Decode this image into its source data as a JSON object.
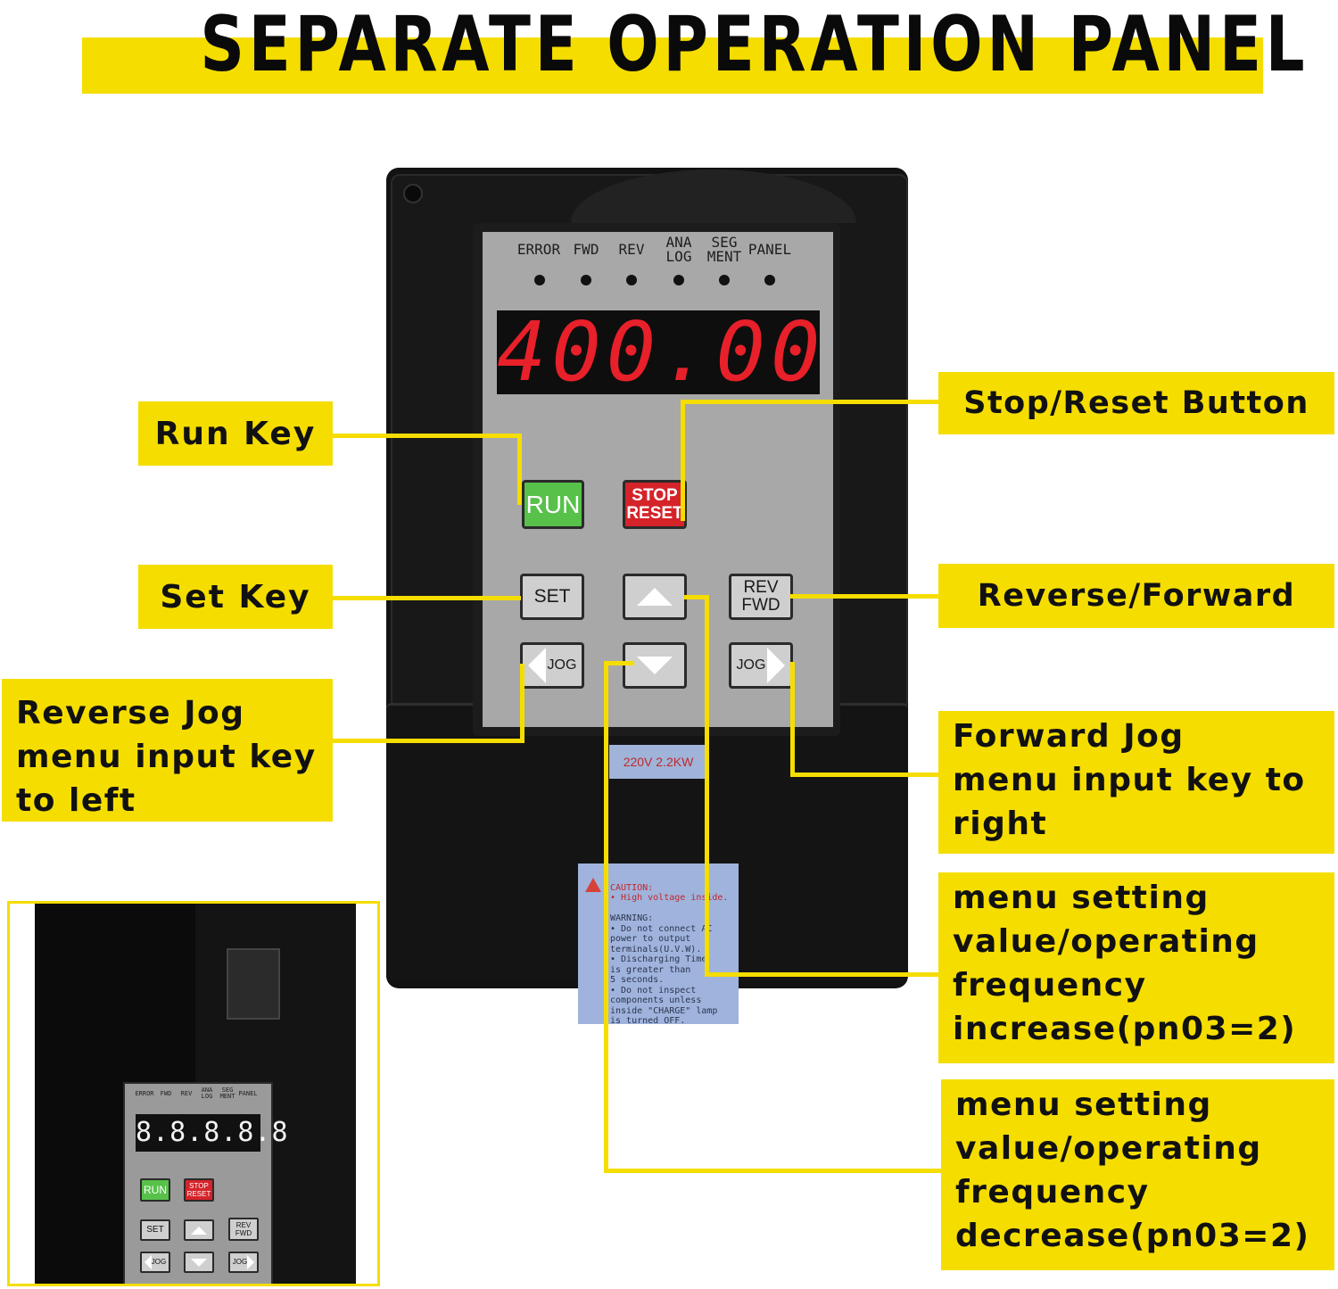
{
  "title": "SEPARATE OPERATION PANEL",
  "colors": {
    "accent": "#f5dd00",
    "run_key": "#57c14a",
    "stop_key": "#d5232a",
    "display_digits": "#e8202a"
  },
  "device": {
    "indicators": [
      "ERROR",
      "FWD",
      "REV",
      "ANA\nLOG",
      "SEG\nMENT",
      "PANEL"
    ],
    "display_value": "400.00",
    "keys": {
      "run": "RUN",
      "stop_reset": "STOP\nRESET",
      "set": "SET",
      "rev_fwd": "REV\nFWD",
      "jog_left": "JOG",
      "jog_right": "JOG"
    },
    "rating": "220V 2.2KW",
    "caution": {
      "header": "CAUTION:\n• High voltage inside.",
      "body": "WARNING:\n• Do not connect AC\n  power to output\n  terminals(U.V.W).\n• Discharging Time\n  is greater than\n  5 seconds.\n• Do not inspect\n  components unless\n  inside \"CHARGE\" lamp\n  is turned OFF."
    }
  },
  "inset": {
    "indicators": [
      "ERROR",
      "FWD",
      "REV",
      "ANA\nLOG",
      "SEG\nMENT",
      "PANEL"
    ],
    "display_value": "8.8.8.8.8",
    "keys": {
      "run": "RUN",
      "stop_reset": "STOP\nRESET",
      "set": "SET",
      "rev_fwd": "REV\nFWD",
      "jog_left": "JOG",
      "jog_right": "JOG"
    }
  },
  "callouts": {
    "run_key": "Run Key",
    "set_key": "Set Key",
    "reverse_jog": "Reverse Jog\nmenu input key\nto left",
    "stop_reset": "Stop/Reset Button",
    "reverse_forward": "Reverse/Forward",
    "forward_jog": "Forward Jog\nmenu input key to\nright",
    "increase": "menu setting\nvalue/operating\nfrequency\nincrease(pn03=2)",
    "decrease": "menu setting\nvalue/operating\nfrequency\ndecrease(pn03=2)"
  }
}
